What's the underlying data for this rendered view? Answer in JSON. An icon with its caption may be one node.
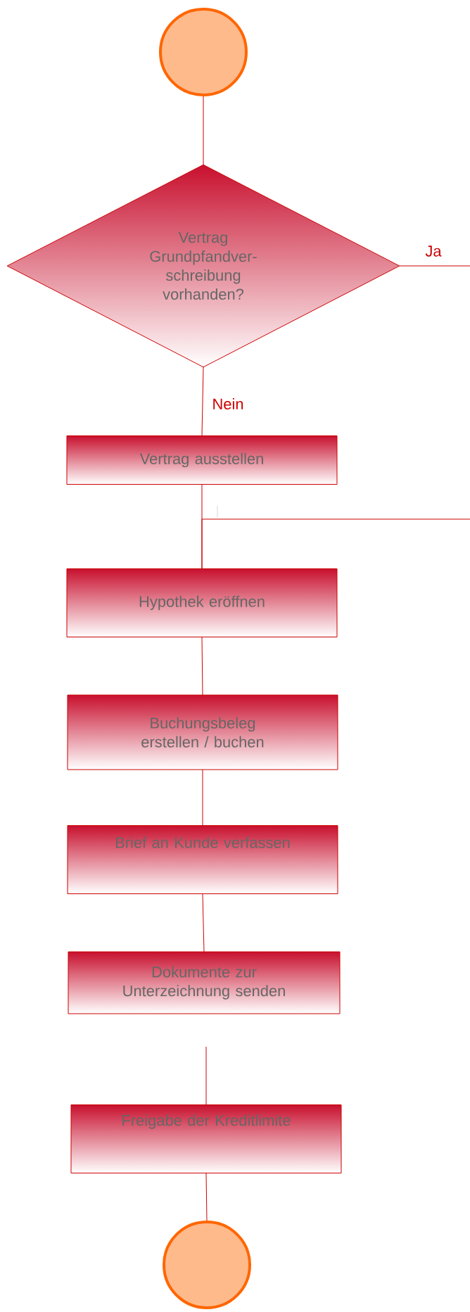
{
  "diagram": {
    "nodes": [
      {
        "text": [],
        "shape": "circle"
      },
      {
        "text": [
          "Vertrag Grundpfandver-schreibung vorhanden?"
        ]
      },
      {
        "text": [
          "Vertrag ausstellen"
        ]
      },
      {
        "text": [
          "Hypothek eröffnen"
        ]
      },
      {
        "text": [
          "Buchungsbeleg erstellen / buchen"
        ]
      },
      {
        "text": [
          "Brief an Kunde verfassen"
        ]
      },
      {
        "text": [
          "Dokumente zur Unterzeichnung senden"
        ]
      },
      {
        "text": [
          "Freigabe der Kreditlimite"
        ]
      },
      {
        "text": [],
        "shape": "circle"
      }
    ],
    "edges": [
      {
        "from": 0,
        "to": 1,
        "arrow": "none"
      },
      {
        "from": 1,
        "to": 2,
        "arrow": "none",
        "label": "Nein"
      },
      {
        "from": 1,
        "to": null,
        "arrow": "none",
        "label": "Ja"
      },
      {
        "from": 2,
        "to": 3,
        "arrow": "none"
      },
      {
        "from": null,
        "to": 3,
        "arrow": "none"
      },
      {
        "from": 3,
        "to": 4,
        "arrow": "none"
      },
      {
        "from": 4,
        "to": 5,
        "arrow": "none"
      },
      {
        "from": 5,
        "to": 6,
        "arrow": "none"
      },
      {
        "from": null,
        "to": 7,
        "arrow": "none"
      },
      {
        "from": 7,
        "to": 8,
        "arrow": "none"
      }
    ]
  }
}
